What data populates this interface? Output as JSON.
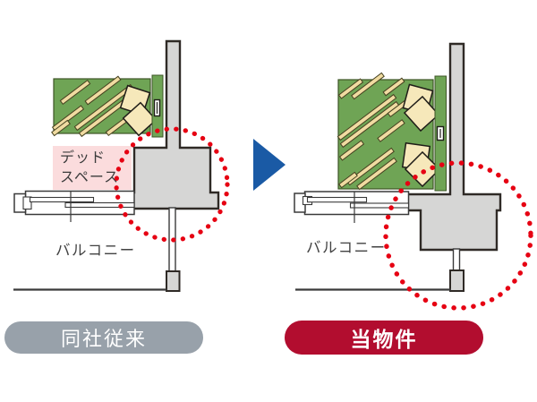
{
  "left_panel": {
    "dead_space_label_line1": "デッド",
    "dead_space_label_line2": "スペース",
    "balcony_label": "バルコニー",
    "badge_label": "同社従来",
    "planks": [
      [
        84,
        103,
        38
      ],
      [
        76,
        132,
        40
      ],
      [
        68,
        143,
        22
      ],
      [
        116,
        120,
        78
      ],
      [
        121,
        127,
        78
      ],
      [
        131,
        141,
        28
      ],
      [
        115,
        101,
        46
      ]
    ],
    "cushions": [
      [
        151,
        112,
        26,
        18
      ],
      [
        156,
        133,
        26,
        48
      ]
    ]
  },
  "right_panel": {
    "balcony_label": "バルコニー",
    "badge_label": "当物件",
    "planks": [
      [
        392,
        99,
        30
      ],
      [
        411,
        96,
        42
      ],
      [
        440,
        97,
        26
      ],
      [
        410,
        131,
        78
      ],
      [
        413,
        139,
        78
      ],
      [
        437,
        146,
        34
      ],
      [
        393,
        168,
        30
      ],
      [
        414,
        186,
        62
      ],
      [
        421,
        194,
        52
      ],
      [
        389,
        201,
        22
      ],
      [
        446,
        120,
        28
      ]
    ],
    "cushions": [
      [
        467,
        111,
        27,
        15
      ],
      [
        471,
        127,
        27,
        48
      ],
      [
        465,
        175,
        27,
        8
      ],
      [
        472,
        189,
        27,
        45
      ]
    ]
  },
  "icons": {
    "arrow": "arrow-right-icon",
    "highlight_left": "highlight-circle-icon",
    "highlight_right": "highlight-circle-icon"
  },
  "colors": {
    "room_green": "#6FA455",
    "plank_beige": "#F0DBA1",
    "cushion_beige": "#F6E8BA",
    "dead_space_pink": "#FBDCDD",
    "pillar_gray": "#D6D6D5",
    "outline_dark": "#2F2A26",
    "highlight_red": "#E60012",
    "arrow_blue": "#1A5AA5",
    "badge_gray": "#98A1AA",
    "badge_red": "#B20D2F",
    "badge_text": "#FFFFFF",
    "label_text": "#3B3B3B",
    "background": "#FFFFFF"
  }
}
